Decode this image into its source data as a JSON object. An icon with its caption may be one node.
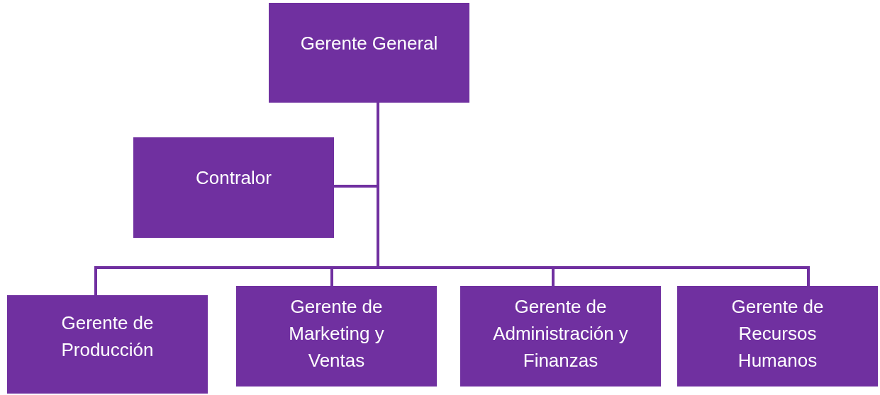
{
  "diagram": {
    "nodes": [
      {
        "text": [
          "Gerente General"
        ]
      },
      {
        "text": [
          "Contralor"
        ]
      },
      {
        "text": [
          "Gerente de Producción"
        ]
      },
      {
        "text": [
          "Gerente de Marketing y Ventas"
        ]
      },
      {
        "text": [
          "Gerente de Administración y Finanzas"
        ]
      },
      {
        "text": [
          "Gerente de Recursos Humanos"
        ]
      }
    ],
    "edges": [
      {
        "from": 0,
        "to": 1,
        "arrow": "none"
      },
      {
        "from": 0,
        "to": 2,
        "arrow": "none"
      },
      {
        "from": 0,
        "to": 3,
        "arrow": "none"
      },
      {
        "from": 0,
        "to": 4,
        "arrow": "none"
      },
      {
        "from": 0,
        "to": 5,
        "arrow": "none"
      }
    ]
  }
}
